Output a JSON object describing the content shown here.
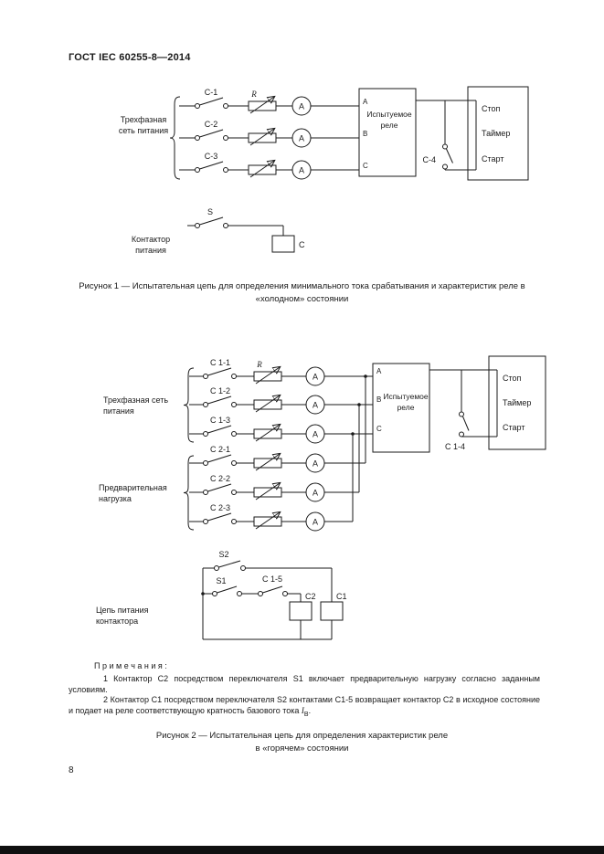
{
  "page": {
    "header": "ГОСТ IEC 60255-8—2014",
    "number": "8"
  },
  "fig1": {
    "source_label_1": "Трехфазная",
    "source_label_2": "сеть питания",
    "switches": [
      "С-1",
      "С-2",
      "С-3"
    ],
    "resistor_label": "R",
    "ammeter_label": "A",
    "relay_line1": "Испытуемое",
    "relay_line2": "реле",
    "terminals": [
      "A",
      "B",
      "C"
    ],
    "timer": [
      "Стоп",
      "Таймер",
      "Старт"
    ],
    "c4_label": "С-4",
    "contactor_label_1": "Контактор",
    "contactor_label_2": "питания",
    "s_label": "S",
    "c_label": "C",
    "caption_line1": "Рисунок 1 — Испытательная цепь для определения минимального тока срабатывания и характеристик реле в",
    "caption_line2": "«холодном» состоянии"
  },
  "fig2": {
    "source_label_1": "Трехфазная сеть",
    "source_label_2": "питания",
    "preload_label_1": "Предварительная",
    "preload_label_2": "нагрузка",
    "switches": [
      "С 1-1",
      "С 1-2",
      "С 1-3",
      "С 2-1",
      "С 2-2",
      "С 2-3"
    ],
    "resistor_label": "R",
    "ammeter_label": "A",
    "relay_line1": "Испытуемое",
    "relay_line2": "реле",
    "terminals": [
      "A",
      "B",
      "C"
    ],
    "timer": [
      "Стоп",
      "Таймер",
      "Старт"
    ],
    "c14_label": "С 1-4",
    "control_label_1": "Цепь питания",
    "control_label_2": "контактора",
    "s2_label": "S2",
    "s1_label": "S1",
    "c15_label": "С 1-5",
    "c2_label": "C2",
    "c1_label": "C1",
    "caption_line1": "Рисунок 2 — Испытательная цепь для определения характеристик реле",
    "caption_line2": "в «горячем» состоянии"
  },
  "notes": {
    "title": "П р и м е ч а н и я :",
    "note1": "1 Контактор С2 посредством переключателя S1 включает предварительную нагрузку согласно заданным условиям.",
    "note2_text": "2 Контактор С1 посредством переключателя S2 контактами С1-5 возвращает контактор С2 в исходное состояние и подает на реле соответствующую кратность базового тока ",
    "note2_symbol": "I",
    "note2_symbol_sub": "В",
    "note2_tail": "."
  }
}
